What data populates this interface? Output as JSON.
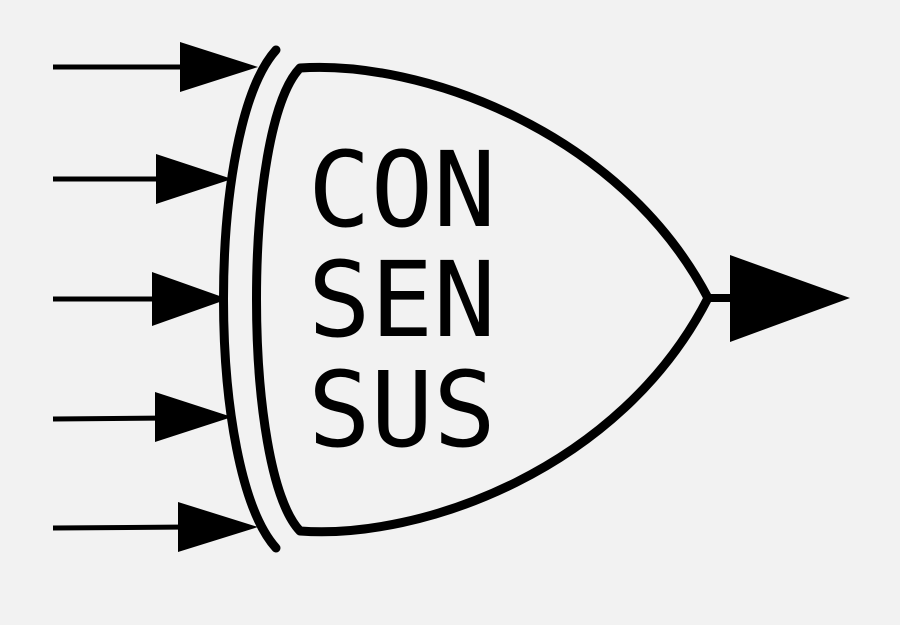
{
  "gate": {
    "label_lines": [
      "CON",
      "SEN",
      "SUS"
    ]
  },
  "inputs": {
    "count": 5
  },
  "outputs": {
    "count": 1
  },
  "colors": {
    "background": "#f2f2f2",
    "stroke": "#000000",
    "gate_fill": "#f2f2f2"
  }
}
